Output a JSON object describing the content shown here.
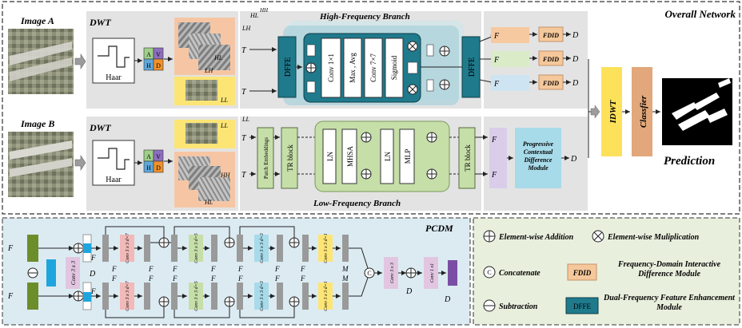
{
  "figure": {
    "overall_title": "Overall Network",
    "image_a_label": "Image A",
    "image_b_label": "Image B",
    "dwt_label": "DWT",
    "haar_label": "Haar",
    "subbands": {
      "a": "A",
      "v": "V",
      "h": "H",
      "d": "D"
    },
    "patch_tags": {
      "lh": "LH",
      "hl": "HL",
      "hh": "HH",
      "ll": "LL"
    },
    "hf_branch_title": "High-Frequency Branch",
    "lf_branch_title": "Low-Frequency Branch",
    "dffe_label": "DFFE",
    "conv1_label": "Conv 1×1",
    "maxavg_label": "Max , Avg",
    "conv7_label": "Conv 7×7",
    "sigmoid_label": "Sigmoid",
    "t1_hl_label": "T",
    "t2_hl_label": "T",
    "t1_ll_label": "T",
    "t2_ll_label": "T",
    "patch_emb_label": "Patch Embeddings",
    "tr_block_label": "TR block",
    "ln_label": "LN",
    "mhsa_label": "MHSA",
    "mlp_label": "MLP",
    "fdid_label": "FDID",
    "pcdm_box_label": "Progressive Contextual Difference Module",
    "idwt_label": "IDWT",
    "classifier_label": "Classfier",
    "prediction_label": "Prediction",
    "d_lh": "D",
    "d_hl": "D",
    "d_hh": "D",
    "d_ll": "D",
    "pcdm_title": "PCDM",
    "pcdm_convs": {
      "c33": "Conv 3 x 3",
      "c_d7": "Conv 3 x 3 d=7",
      "c_d5": "Conv 3 x 3 d=5",
      "c_d3": "Conv 3 x 3 d=3",
      "c_d1": "Conv 3 x 3 d=1",
      "c11": "Conv 1 x1"
    },
    "pcdm_feats": {
      "f11": "F",
      "f12": "F",
      "f13": "F",
      "f14": "F",
      "f15": "F",
      "f16": "F",
      "f17": "F",
      "f18": "F",
      "f21": "F",
      "f22": "F",
      "f23": "F",
      "f24": "F",
      "f25": "F",
      "f26": "F",
      "f27": "F",
      "f28": "F",
      "d1": "D",
      "m1": "M",
      "m2": "M",
      "dout": "D",
      "f1": "F",
      "f2": "F"
    },
    "legend": {
      "add": "Element-wise Addition",
      "mul": "Element-wise Muliplication",
      "concat": "Concatenate",
      "fdid_desc": "Frequency-Domain Interactive Difference Module",
      "sub": "Subtraction",
      "dffe_desc": "Dual-Frequency Feature Enhancement Module",
      "fdid_tag": "FDID",
      "dffe_tag": "DFFE",
      "c_sym": "C"
    }
  },
  "colors": {
    "panel_gray": "#e3e3e3",
    "hf_teal": "#1f7a8c",
    "lf_green": "#c6dfa9",
    "fdid_orange": "#f5c89b",
    "idwt_yellow": "#fde15a",
    "classifier_orange": "#e2a77a",
    "pcdm_blue": "#a8dbe9",
    "pcdm_panel": "#dcebf2",
    "legend_panel": "#e9efdd"
  }
}
